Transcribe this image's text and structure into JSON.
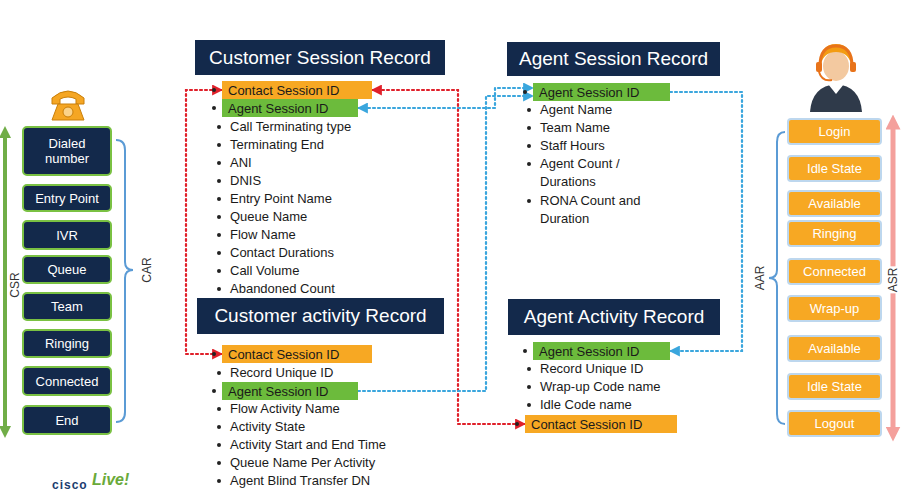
{
  "diagram": {
    "nodes": [
      {
        "text": [
          "Dialed number"
        ]
      },
      {
        "text": [
          "Entry Point"
        ]
      },
      {
        "text": [
          "IVR"
        ]
      },
      {
        "text": [
          "Queue"
        ]
      },
      {
        "text": [
          "Team"
        ]
      },
      {
        "text": [
          "Ringing"
        ]
      },
      {
        "text": [
          "Connected"
        ]
      },
      {
        "text": [
          "End"
        ]
      },
      {
        "text": [
          "Customer Session Record"
        ]
      },
      {
        "text": [
          "Contact Session ID"
        ]
      },
      {
        "text": [
          "Agent Session ID"
        ]
      },
      {
        "text": [
          "Agent Session Record"
        ]
      },
      {
        "text": [
          "Agent Session ID"
        ]
      },
      {
        "text": [
          "Customer activity Record"
        ]
      },
      {
        "text": [
          "Contact Session ID"
        ]
      },
      {
        "text": [
          "Agent Session ID"
        ]
      },
      {
        "text": [
          "Agent Activity Record"
        ]
      },
      {
        "text": [
          "Agent Session ID"
        ]
      },
      {
        "text": [
          "Contact Session ID"
        ]
      },
      {
        "text": [
          "Login"
        ]
      },
      {
        "text": [
          "Idle State"
        ]
      },
      {
        "text": [
          "Available"
        ]
      },
      {
        "text": [
          "Ringing"
        ]
      },
      {
        "text": [
          "Connected"
        ]
      },
      {
        "text": [
          "Wrap-up"
        ]
      },
      {
        "text": [
          "Available"
        ]
      },
      {
        "text": [
          "Idle State"
        ]
      },
      {
        "text": [
          "Logout"
        ]
      }
    ],
    "edges": [
      {
        "from": 9,
        "to": 14,
        "arrow": "both"
      },
      {
        "from": 9,
        "to": 18,
        "arrow": "both"
      },
      {
        "from": 10,
        "to": 12,
        "arrow": "both"
      },
      {
        "from": 15,
        "to": 12,
        "arrow": "to"
      },
      {
        "from": 12,
        "to": 17,
        "arrow": "to"
      }
    ],
    "labels": [
      "Call Terminating type",
      "Terminating End",
      "ANI",
      "DNIS",
      "Entry Point Name",
      "Queue Name",
      "Flow Name",
      "Contact Durations",
      "Call Volume",
      "Abandoned Count",
      "Agent Name",
      "Team Name",
      "Staff Hours",
      "Agent Count / Durations",
      "RONA Count and Duration",
      "Record Unique ID",
      "Flow Activity Name",
      "Activity State",
      "Activity Start and End Time",
      "Queue Name Per Activity",
      "Agent Blind Transfer DN",
      "Record Unique ID",
      "Wrap-up Code name",
      "Idle Code name",
      "CSR",
      "CAR",
      "AAR",
      "ASR",
      "cisco",
      "Live!"
    ]
  }
}
